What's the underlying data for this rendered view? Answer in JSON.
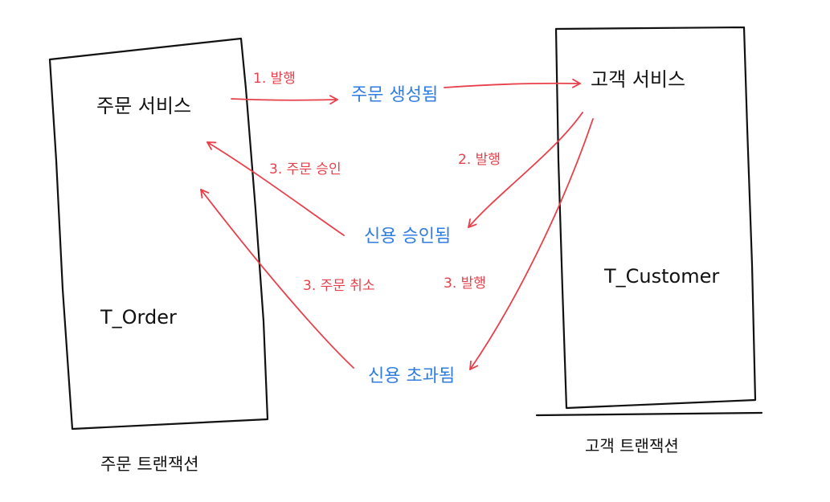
{
  "order_box": {
    "service_label": "주문 서비스",
    "table_label": "T_Order",
    "caption": "주문 트랜잭션"
  },
  "customer_box": {
    "service_label": "고객 서비스",
    "table_label": "T_Customer",
    "caption": "고객 트랜잭션"
  },
  "events": {
    "order_created": "주문 생성됨",
    "credit_approved": "신용 승인됨",
    "credit_exceeded": "신용 초과됨"
  },
  "arrows": {
    "publish_order_created": "1. 발행",
    "publish_credit_approved": "2. 발행",
    "publish_credit_exceeded": "3. 발행",
    "approve_order": "3. 주문 승인",
    "cancel_order": "3. 주문 취소"
  },
  "colors": {
    "box_stroke": "#111111",
    "event_text": "#2f7de0",
    "arrow": "#e8404b"
  }
}
